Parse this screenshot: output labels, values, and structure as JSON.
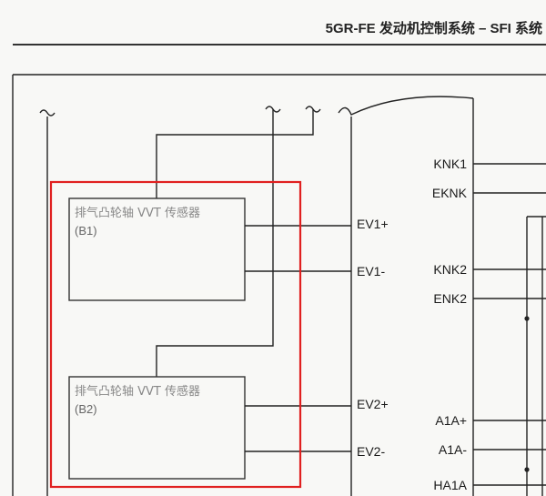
{
  "header": {
    "title": "5GR-FE 发动机控制系统 – SFI 系统"
  },
  "sensors": [
    {
      "name": "排气凸轮轴 VVT 传感器",
      "id": "(B1)"
    },
    {
      "name": "排气凸轮轴 VVT 传感器",
      "id": "(B2)"
    }
  ],
  "ecu_terminals_left": [
    "EV1+",
    "EV1-",
    "EV2+",
    "EV2-"
  ],
  "ecu_terminals_right": [
    "KNK1",
    "EKNK",
    "KNK2",
    "ENK2",
    "A1A+",
    "A1A-",
    "HA1A"
  ],
  "highlight_color": "#e02020"
}
